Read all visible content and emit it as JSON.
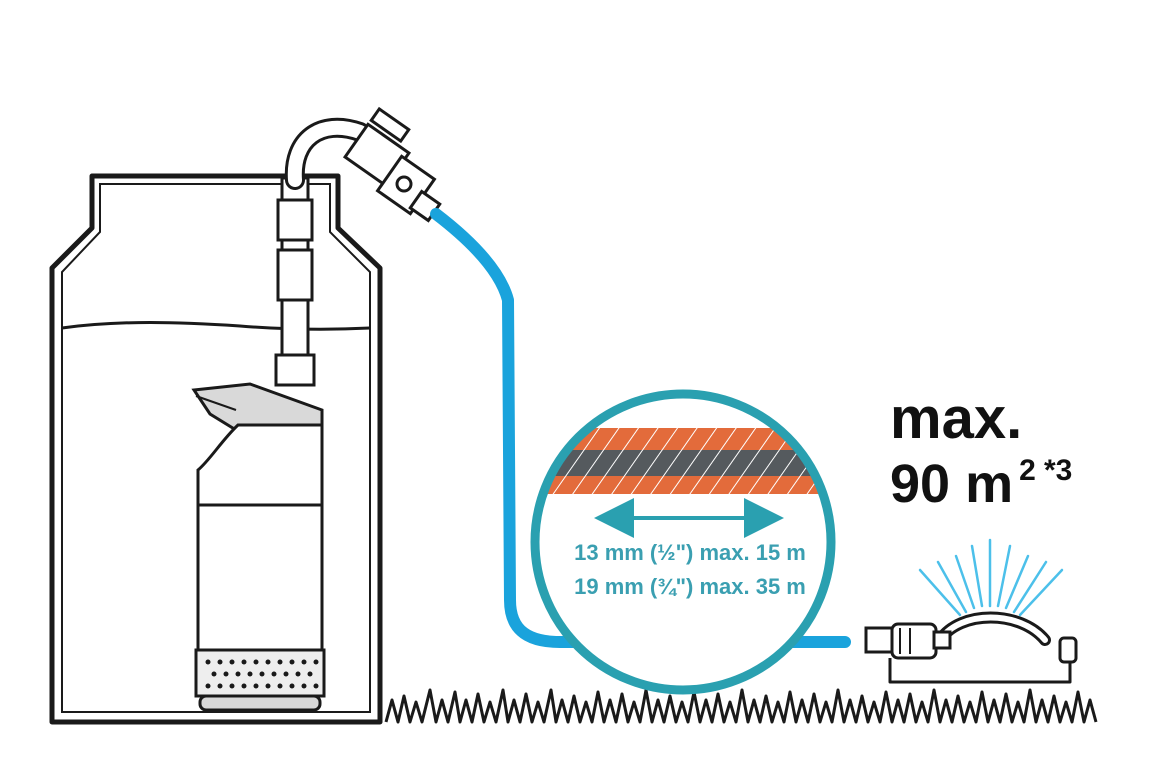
{
  "area": {
    "line1": "max.",
    "line2_number": "90 m",
    "line2_exp": "2",
    "line2_note": "*3"
  },
  "hose_spec": {
    "row1": "13 mm (½\") max. 15 m",
    "row2": "19 mm (¾\") max. 35 m"
  },
  "colors": {
    "hose": "#1aa3dc",
    "circle_border": "#2aa0b0",
    "hose_layer_outer": "#e36b3b",
    "hose_layer_inner": "#555a5e",
    "water_spray": "#4cc0ea",
    "outline": "#1a1a1a"
  },
  "icons": {
    "tank": "rain-barrel-icon",
    "pump": "submersible-pump-icon",
    "valve": "tap-valve-icon",
    "hose": "garden-hose-icon",
    "sprinkler": "oscillating-sprinkler-icon",
    "grass": "grass-icon",
    "arrow": "double-arrow-icon"
  }
}
